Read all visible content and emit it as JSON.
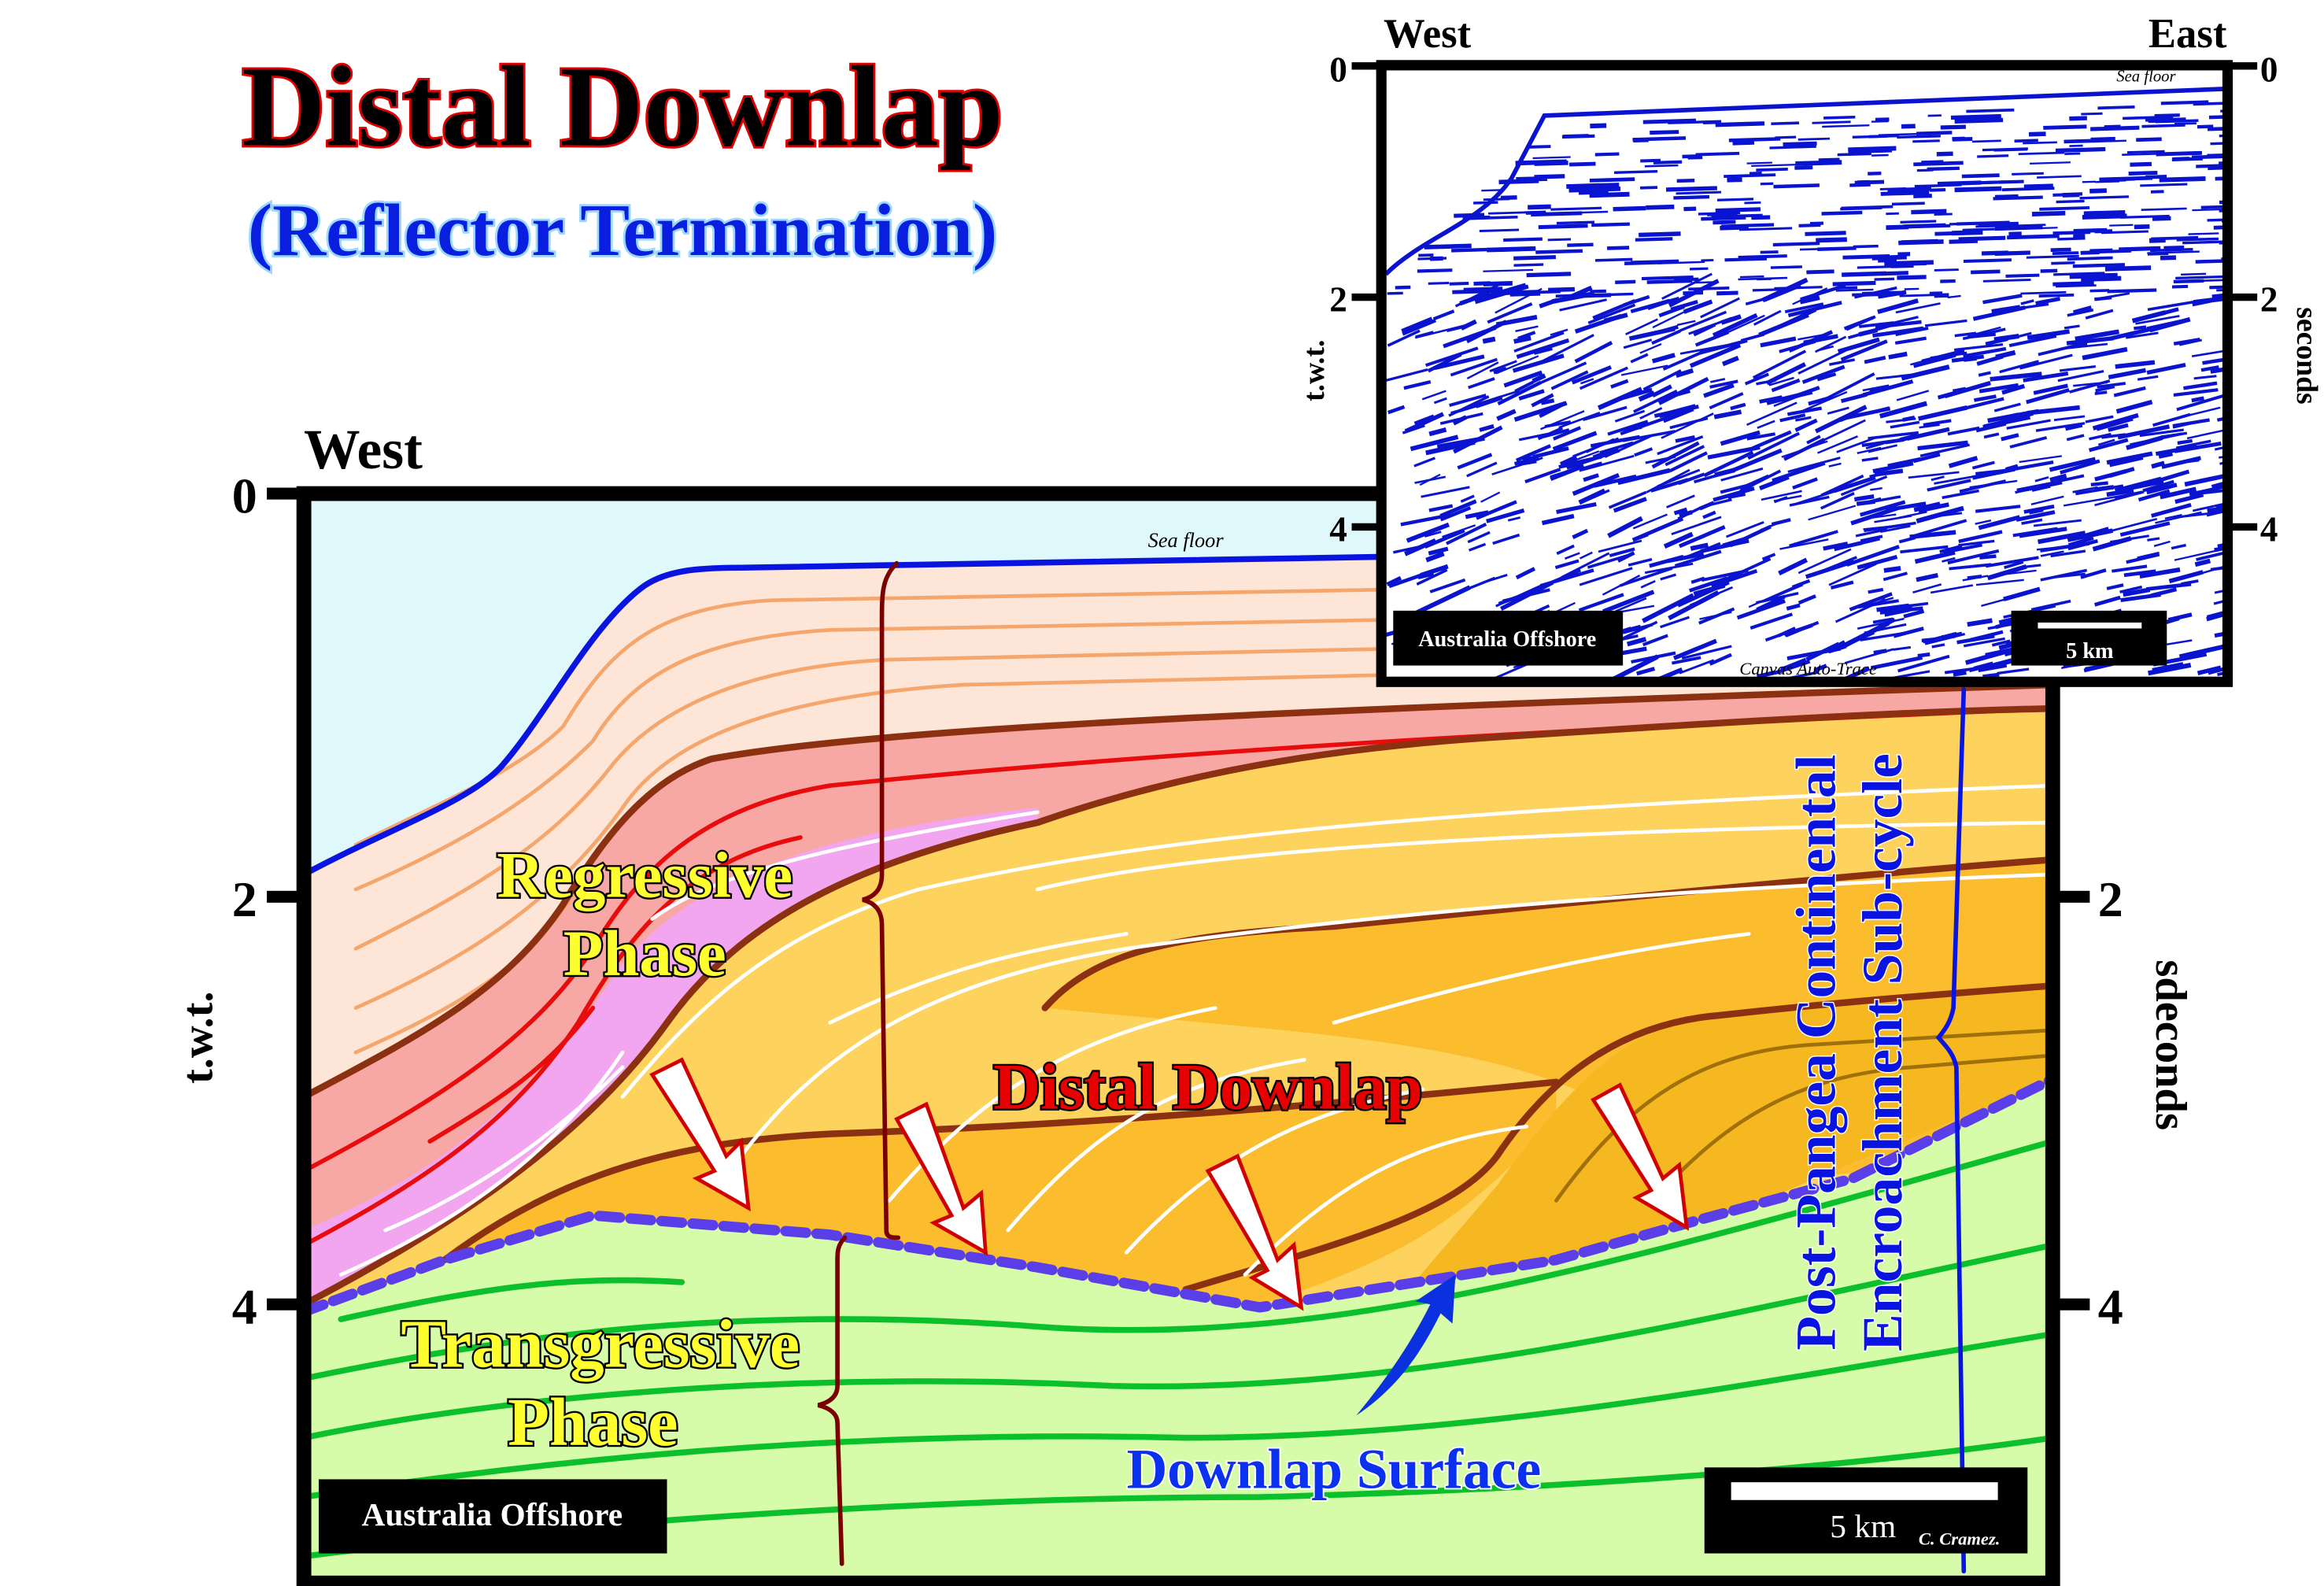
{
  "title": "Distal Downlap",
  "subtitle": "(Reflector Termination)",
  "main_section": {
    "west_label": "West",
    "axis_left_ticks": [
      "0",
      "2",
      "4"
    ],
    "axis_right_ticks": [
      "2",
      "4"
    ],
    "axis_left_label": "t.w.t.",
    "axis_right_label": "sdeconds",
    "sea_floor_label": "Sea floor",
    "regressive_line1": "Regressive",
    "regressive_line2": "Phase",
    "transgressive_line1": "Transgressive",
    "transgressive_line2": "Phase",
    "distal_downlap_label": "Distal Downlap",
    "downlap_surface_label": "Downlap Surface",
    "cycle_line1": "Post-Pangea Continental",
    "cycle_line2": "Encroachment Sub-cycle",
    "location_label": "Australia Offshore",
    "scale_label": "5 km",
    "author_label": "C. Cramez."
  },
  "inset_section": {
    "west_label": "West",
    "east_label": "East",
    "axis_left_ticks": [
      "0",
      "2",
      "4"
    ],
    "axis_right_ticks": [
      "0",
      "2",
      "4"
    ],
    "axis_left_label": "t.w.t.",
    "axis_right_label": "seconds",
    "sea_floor_label": "Sea floor",
    "location_label": "Australia Offshore",
    "scale_label": "5 km",
    "trace_label": "Canvas Auto-Trace"
  },
  "colors": {
    "water": "#dff8fb",
    "peach": "#fde6d8",
    "red_unit": "#f8a8a4",
    "pink_unit": "#f2a6f0",
    "orange_unit": "#fdd35e",
    "dark_orange_unit": "#fbbd2e",
    "green_unit": "#d6fcaa",
    "seismic_blue": "#0a14d0"
  }
}
